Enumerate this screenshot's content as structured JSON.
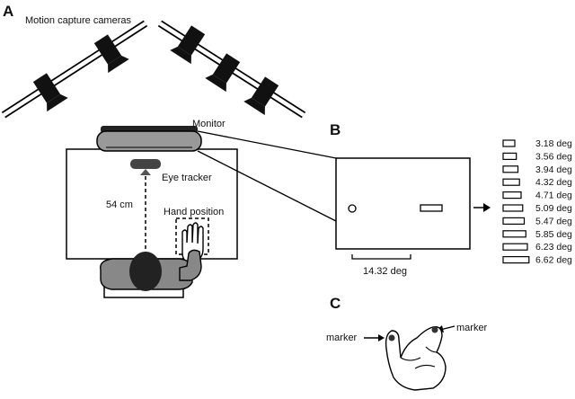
{
  "panels": {
    "a": "A",
    "b": "B",
    "c": "C"
  },
  "labels": {
    "cameras": "Motion capture cameras",
    "monitor": "Monitor",
    "eye_tracker": "Eye tracker",
    "distance": "54 cm",
    "hand_position": "Hand position",
    "width": "14.32 deg",
    "marker_left": "marker",
    "marker_right": "marker"
  },
  "target_sizes": [
    "3.18 deg",
    "3.56 deg",
    "3.94 deg",
    "4.32 deg",
    "4.71 deg",
    "5.09 deg",
    "5.47 deg",
    "5.85 deg",
    "6.23 deg",
    "6.62 deg"
  ]
}
